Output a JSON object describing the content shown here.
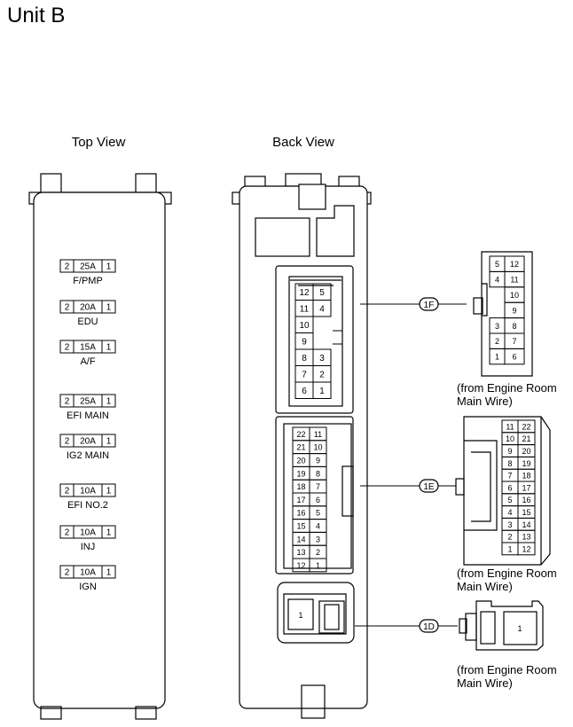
{
  "title": "Unit B",
  "top_view": {
    "label": "Top View",
    "fuses": [
      {
        "left": "2",
        "rating": "25A",
        "right": "1",
        "name": "F/PMP"
      },
      {
        "left": "2",
        "rating": "20A",
        "right": "1",
        "name": "EDU"
      },
      {
        "left": "2",
        "rating": "15A",
        "right": "1",
        "name": "A/F"
      },
      {
        "left": "2",
        "rating": "25A",
        "right": "1",
        "name": "EFI MAIN"
      },
      {
        "left": "2",
        "rating": "20A",
        "right": "1",
        "name": "IG2 MAIN"
      },
      {
        "left": "2",
        "rating": "10A",
        "right": "1",
        "name": "EFI NO.2"
      },
      {
        "left": "2",
        "rating": "10A",
        "right": "1",
        "name": "INJ"
      },
      {
        "left": "2",
        "rating": "10A",
        "right": "1",
        "name": "IGN"
      }
    ]
  },
  "back_view": {
    "label": "Back View",
    "conn_1f": {
      "left": [
        "12",
        "11",
        "10",
        "9",
        "8",
        "7",
        "6"
      ],
      "right": [
        "5",
        "4",
        "",
        "",
        "3",
        "2",
        "1"
      ]
    },
    "conn_1e": {
      "left": [
        "22",
        "21",
        "20",
        "19",
        "18",
        "17",
        "16",
        "15",
        "14",
        "13",
        "12"
      ],
      "right": [
        "11",
        "10",
        "9",
        "8",
        "7",
        "6",
        "5",
        "4",
        "3",
        "2",
        "1"
      ]
    },
    "conn_1d": {
      "pin": "1"
    }
  },
  "mating": {
    "c1f": {
      "tag": "1F",
      "rows": [
        [
          "5",
          "12"
        ],
        [
          "4",
          "11"
        ],
        [
          "",
          "10"
        ],
        [
          "",
          "9"
        ],
        [
          "3",
          "8"
        ],
        [
          "2",
          "7"
        ],
        [
          "1",
          "6"
        ]
      ],
      "note1": "(from Engine Room",
      "note2": "Main Wire)"
    },
    "c1e": {
      "tag": "1E",
      "rows": [
        [
          "11",
          "22"
        ],
        [
          "10",
          "21"
        ],
        [
          "9",
          "20"
        ],
        [
          "8",
          "19"
        ],
        [
          "7",
          "18"
        ],
        [
          "6",
          "17"
        ],
        [
          "5",
          "16"
        ],
        [
          "4",
          "15"
        ],
        [
          "3",
          "14"
        ],
        [
          "2",
          "13"
        ],
        [
          "1",
          "12"
        ]
      ],
      "note1": "(from Engine Room",
      "note2": "Main Wire)"
    },
    "c1d": {
      "tag": "1D",
      "pin": "1",
      "note1": "(from Engine Room",
      "note2": "Main Wire)"
    }
  }
}
